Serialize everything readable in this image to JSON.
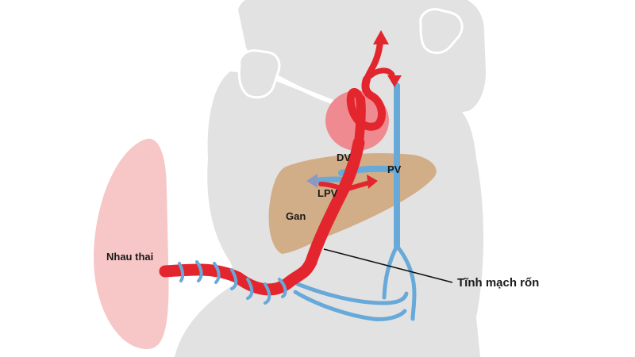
{
  "labels": {
    "placenta": "Nhau thai",
    "umbilical_vein": "Tĩnh mạch rốn",
    "liver": "Gan",
    "dv": "DV",
    "pv": "PV",
    "lpv": "LPV"
  },
  "colors": {
    "silhouette": "#e3e2e3",
    "placenta": "#f7c6c6",
    "liver": "#d2ae88",
    "heart": "#ef8b90",
    "artery": "#e3262e",
    "vein": "#67a9d8",
    "leader_line": "#111111"
  }
}
